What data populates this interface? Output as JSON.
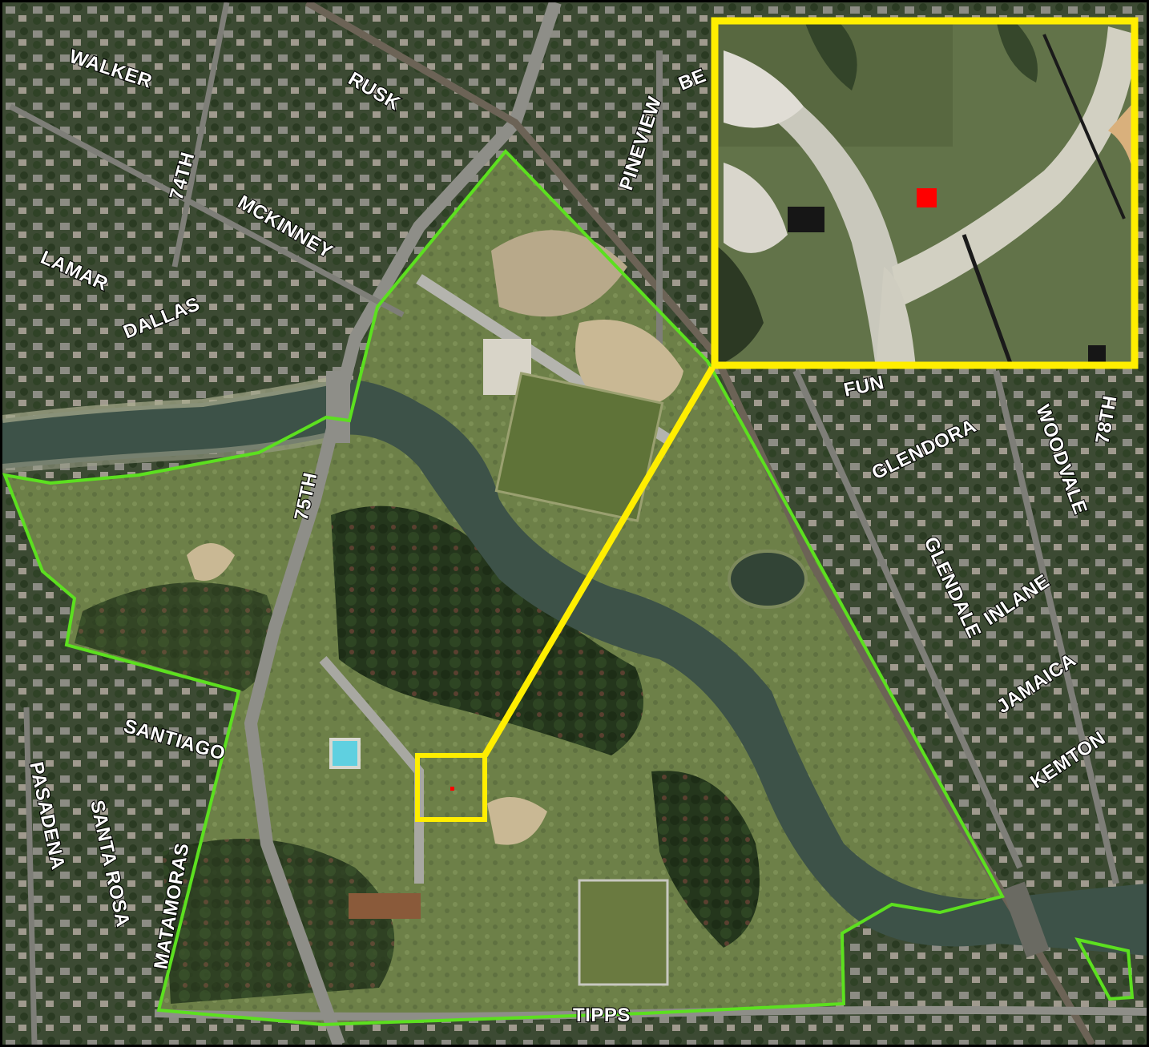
{
  "map": {
    "colors": {
      "boundary": "#5ce01f",
      "inset_frame": "#ffee00",
      "site_marker": "#ff0000",
      "river": "#3d5248",
      "vegetation": "#3f5a2e",
      "label_fill": "#ffffff",
      "label_stroke": "#000000"
    },
    "street_labels": [
      {
        "id": "walker",
        "text": "WALKER"
      },
      {
        "id": "rusk",
        "text": "RUSK"
      },
      {
        "id": "pineview",
        "text": "PINEVIEW"
      },
      {
        "id": "be",
        "text": "BE"
      },
      {
        "id": "74th",
        "text": "74TH"
      },
      {
        "id": "mckinney",
        "text": "MCKINNEY"
      },
      {
        "id": "lamar",
        "text": "LAMAR"
      },
      {
        "id": "dallas",
        "text": "DALLAS"
      },
      {
        "id": "75th",
        "text": "75TH"
      },
      {
        "id": "fun",
        "text": "FUN"
      },
      {
        "id": "glendora",
        "text": "GLENDORA"
      },
      {
        "id": "woodvale",
        "text": "WOODVALE"
      },
      {
        "id": "78th",
        "text": "78TH"
      },
      {
        "id": "glendale",
        "text": "GLENDALE"
      },
      {
        "id": "inlane",
        "text": "INLANE"
      },
      {
        "id": "jamaica",
        "text": "JAMAICA"
      },
      {
        "id": "kemton",
        "text": "KEMTON"
      },
      {
        "id": "santiago",
        "text": "SANTIAGO"
      },
      {
        "id": "pasadena",
        "text": "PASADENA"
      },
      {
        "id": "santa-rosa",
        "text": "SANTA ROSA"
      },
      {
        "id": "matamoras",
        "text": "MATAMORAS"
      },
      {
        "id": "tipps",
        "text": "TIPPS"
      }
    ],
    "icons": {
      "site_marker": "red-square-marker",
      "inset_callout": "yellow-zoom-callout"
    }
  }
}
